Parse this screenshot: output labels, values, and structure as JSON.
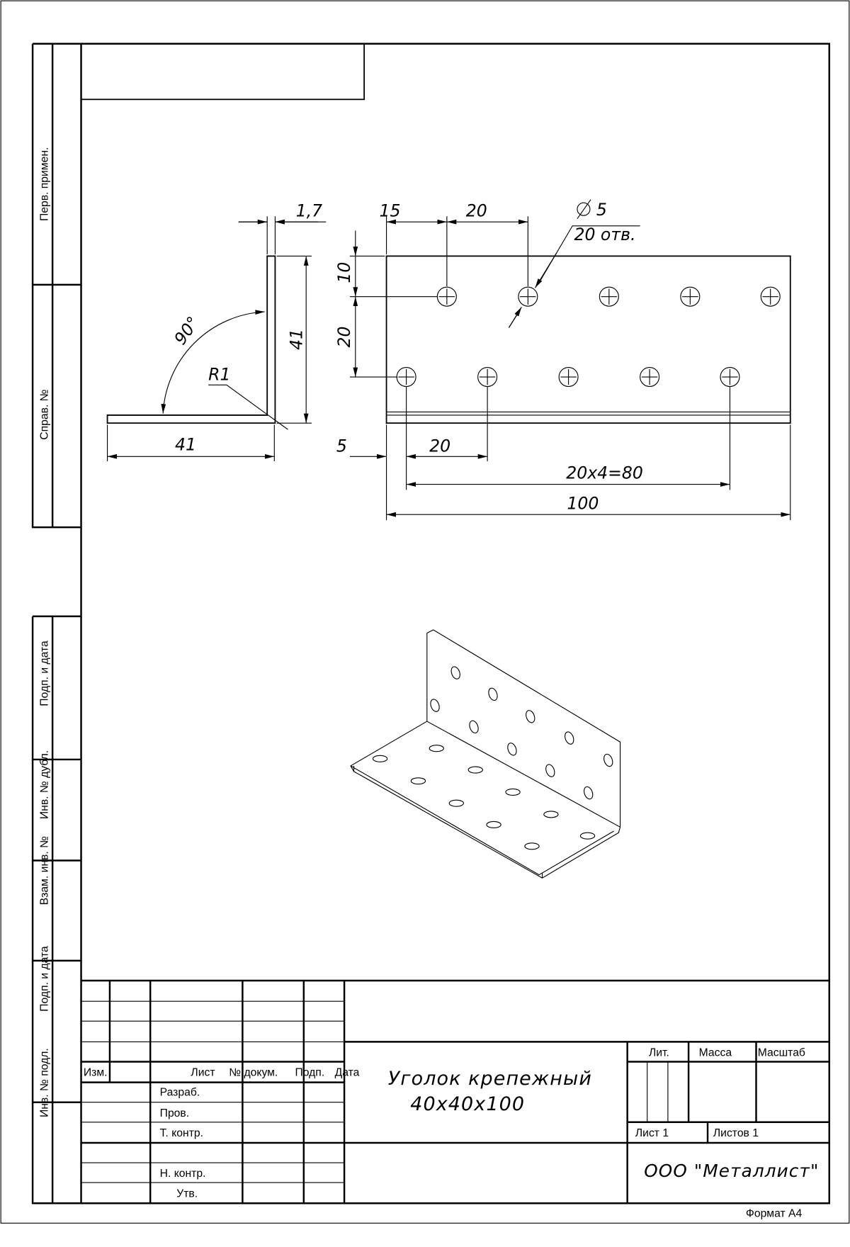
{
  "side_stamps": [
    "Перв. примен.",
    "Справ. №",
    "Подп. и дата",
    "Инв. № дубл.",
    "Взам. инв. №",
    "Подп. и дата",
    "Инв. № подл."
  ],
  "side_view": {
    "thickness": "1,7",
    "height": "41",
    "angle": "90°",
    "radius": "R1",
    "width": "41"
  },
  "front_view": {
    "d1": "15",
    "d2": "20",
    "hole_dia": "5",
    "hole_count": "20 отв.",
    "v1": "10",
    "v2": "20",
    "b1": "5",
    "b2": "20",
    "pitch": "20x4=80",
    "length": "100"
  },
  "title_block": {
    "col_headers": [
      "Изм.",
      "Лист",
      "№ докум.",
      "Подп.",
      "Дата"
    ],
    "roles": [
      "Разраб.",
      "Пров.",
      "Т. контр.",
      "Н. контр.",
      "Утв."
    ],
    "title_line1": "Уголок крепежный",
    "title_line2": "40x40x100",
    "lit": "Лит.",
    "mass": "Масса",
    "scale": "Масштаб",
    "sheet": "Лист 1",
    "sheets": "Листов 1",
    "company": "ООО \"Металлист\"",
    "format": "Формат А4"
  }
}
